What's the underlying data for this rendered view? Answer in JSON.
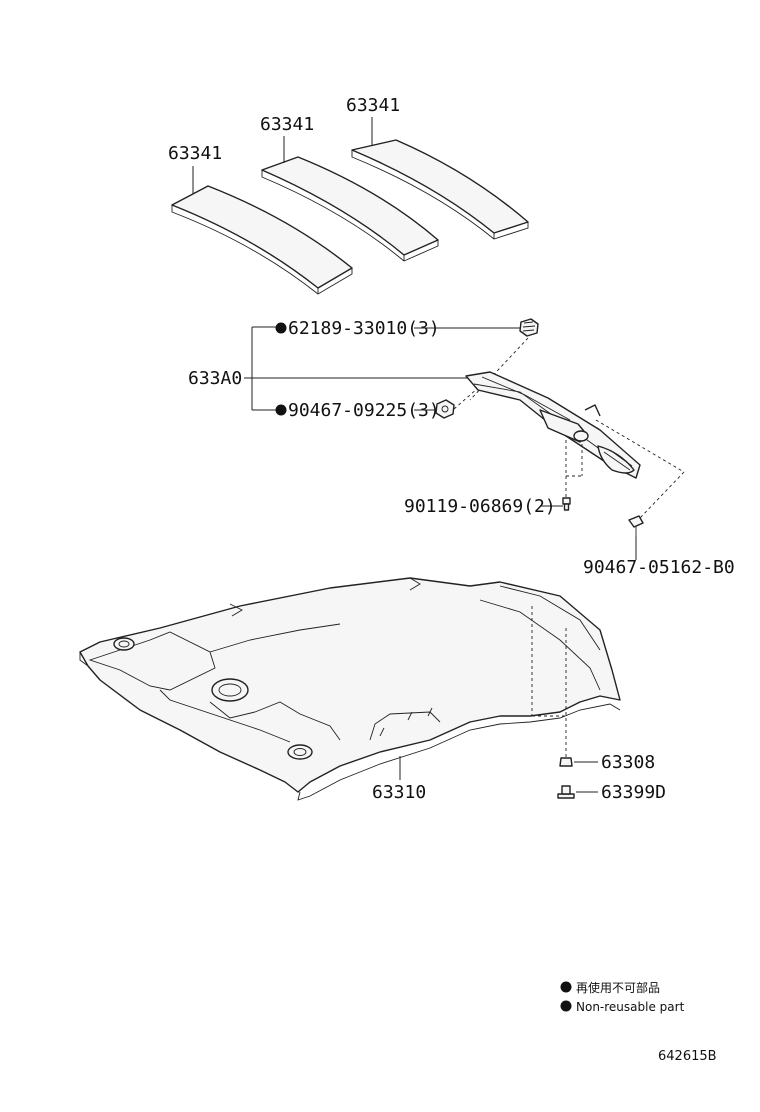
{
  "parts": {
    "pad_1": "63341",
    "pad_2": "63341",
    "pad_3": "63341",
    "assembly": "633A0",
    "clip_a": "62189-33010(3)",
    "clip_b": "90467-09225(3)",
    "screw": "90119-06869(2)",
    "clip_c": "90467-05162-B0",
    "headliner": "63310",
    "part_63308": "63308",
    "part_63399d": "63399D"
  },
  "legend": {
    "line_jp": "再使用不可部品",
    "line_en": "Non-reusable part"
  },
  "diagram_code": "642615B"
}
